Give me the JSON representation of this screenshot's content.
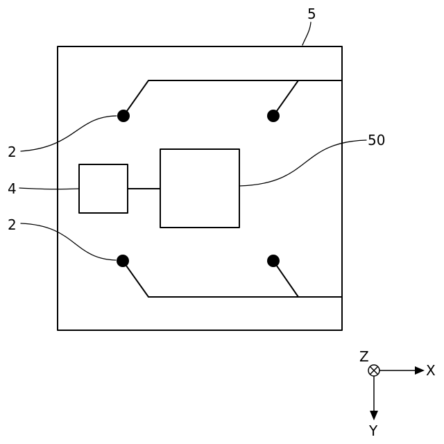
{
  "labels": {
    "housing": "5",
    "electrode_upper": "2",
    "electrode_lower": "2",
    "element": "4",
    "circuit": "50"
  },
  "axes": {
    "z": "Z",
    "x": "X",
    "y": "Y"
  },
  "colors": {
    "line": "#000000",
    "background": "#ffffff"
  }
}
